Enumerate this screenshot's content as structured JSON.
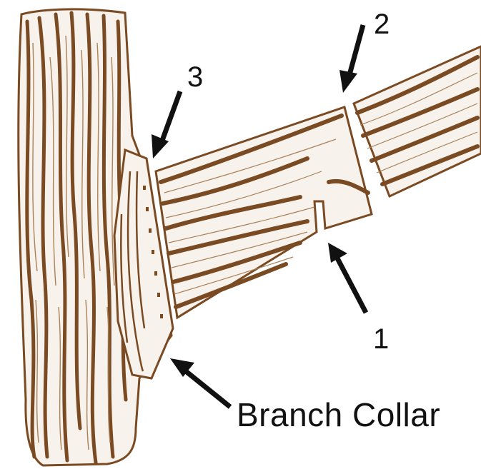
{
  "labels": {
    "cut_1": "1",
    "cut_2": "2",
    "cut_3": "3",
    "collar": "Branch Collar"
  },
  "colors": {
    "bark": "#7a4a22",
    "bark_light": "#a9825a",
    "arrow": "#111111",
    "background": "#ffffff"
  }
}
